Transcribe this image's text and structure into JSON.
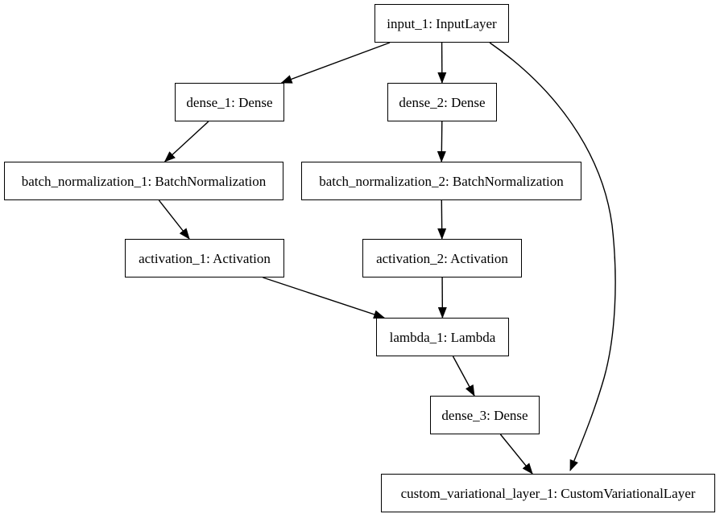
{
  "diagram": {
    "type": "directed-graph",
    "description_kind": "neural-network-layer-graph",
    "colors": {
      "background": "#ffffff",
      "node_fill": "#ffffff",
      "node_border": "#000000",
      "edge": "#000000",
      "text": "#000000"
    },
    "nodes": [
      {
        "id": "input_1",
        "label": "input_1: InputLayer"
      },
      {
        "id": "dense_1",
        "label": "dense_1: Dense"
      },
      {
        "id": "dense_2",
        "label": "dense_2: Dense"
      },
      {
        "id": "batch_normalization_1",
        "label": "batch_normalization_1: BatchNormalization"
      },
      {
        "id": "batch_normalization_2",
        "label": "batch_normalization_2: BatchNormalization"
      },
      {
        "id": "activation_1",
        "label": "activation_1: Activation"
      },
      {
        "id": "activation_2",
        "label": "activation_2: Activation"
      },
      {
        "id": "lambda_1",
        "label": "lambda_1: Lambda"
      },
      {
        "id": "dense_3",
        "label": "dense_3: Dense"
      },
      {
        "id": "custom_variational_layer_1",
        "label": "custom_variational_layer_1: CustomVariationalLayer"
      }
    ],
    "edges": [
      {
        "from": "input_1",
        "to": "dense_1"
      },
      {
        "from": "input_1",
        "to": "dense_2"
      },
      {
        "from": "input_1",
        "to": "custom_variational_layer_1"
      },
      {
        "from": "dense_1",
        "to": "batch_normalization_1"
      },
      {
        "from": "dense_2",
        "to": "batch_normalization_2"
      },
      {
        "from": "batch_normalization_1",
        "to": "activation_1"
      },
      {
        "from": "batch_normalization_2",
        "to": "activation_2"
      },
      {
        "from": "activation_1",
        "to": "lambda_1"
      },
      {
        "from": "activation_2",
        "to": "lambda_1"
      },
      {
        "from": "lambda_1",
        "to": "dense_3"
      },
      {
        "from": "dense_3",
        "to": "custom_variational_layer_1"
      }
    ]
  }
}
